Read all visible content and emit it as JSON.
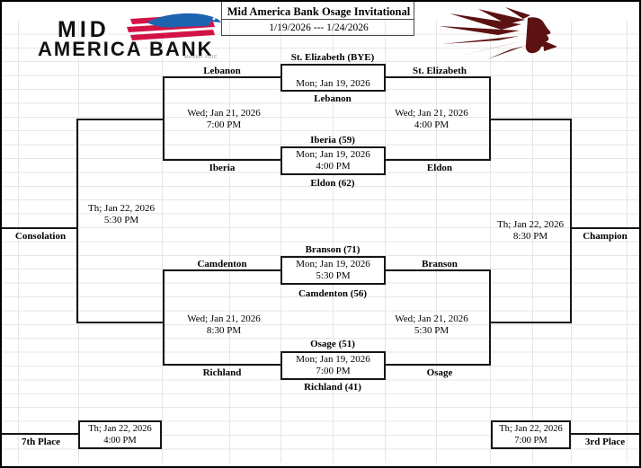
{
  "header": {
    "title": "Mid America Bank Osage Invitational",
    "date_range": "1/19/2026 --- 1/24/2026"
  },
  "bank_logo": {
    "word_mid": "MID",
    "word_america_bank": "AMERICA BANK",
    "member_fdic": "Member FDIC"
  },
  "colors": {
    "bank_red": "#D31245",
    "bank_blue": "#1E63B0",
    "mascot_maroon": "#5C1212",
    "line_black": "#161616"
  },
  "round1_games": [
    {
      "team_above": "St. Elizabeth (BYE)",
      "date": "Mon; Jan 19, 2026",
      "time": "",
      "team_below": "Lebanon"
    },
    {
      "team_above": "Iberia (59)",
      "date": "Mon; Jan 19, 2026",
      "time": "4:00 PM",
      "team_below": "Eldon (62)"
    },
    {
      "team_above": "Branson (71)",
      "date": "Mon; Jan 19, 2026",
      "time": "5:30 PM",
      "team_below": "Camdenton (56)"
    },
    {
      "team_above": "Osage (51)",
      "date": "Mon; Jan 19, 2026",
      "time": "7:00 PM",
      "team_below": "Richland (41)"
    }
  ],
  "consolation_side": {
    "teams": [
      "Lebanon",
      "Iberia",
      "Camdenton",
      "Richland"
    ],
    "semifinal_top": {
      "date": "Wed; Jan 21, 2026",
      "time": "7:00 PM"
    },
    "semifinal_bottom": {
      "date": "Wed; Jan 21, 2026",
      "time": "8:30 PM"
    },
    "final": {
      "date": "Th; Jan 22, 2026",
      "time": "5:30 PM"
    },
    "label": "Consolation"
  },
  "championship_side": {
    "teams": [
      "St. Elizabeth",
      "Eldon",
      "Branson",
      "Osage"
    ],
    "semifinal_top": {
      "date": "Wed; Jan 21, 2026",
      "time": "4:00 PM"
    },
    "semifinal_bottom": {
      "date": "Wed; Jan 21, 2026",
      "time": "5:30 PM"
    },
    "final": {
      "date": "Th; Jan 22, 2026",
      "time": "8:30 PM"
    },
    "label": "Champion"
  },
  "placement_games": {
    "seventh_place": {
      "label": "7th Place",
      "date": "Th; Jan 22, 2026",
      "time": "4:00 PM"
    },
    "third_place": {
      "label": "3rd Place",
      "date": "Th; Jan 22, 2026",
      "time": "7:00 PM"
    }
  }
}
